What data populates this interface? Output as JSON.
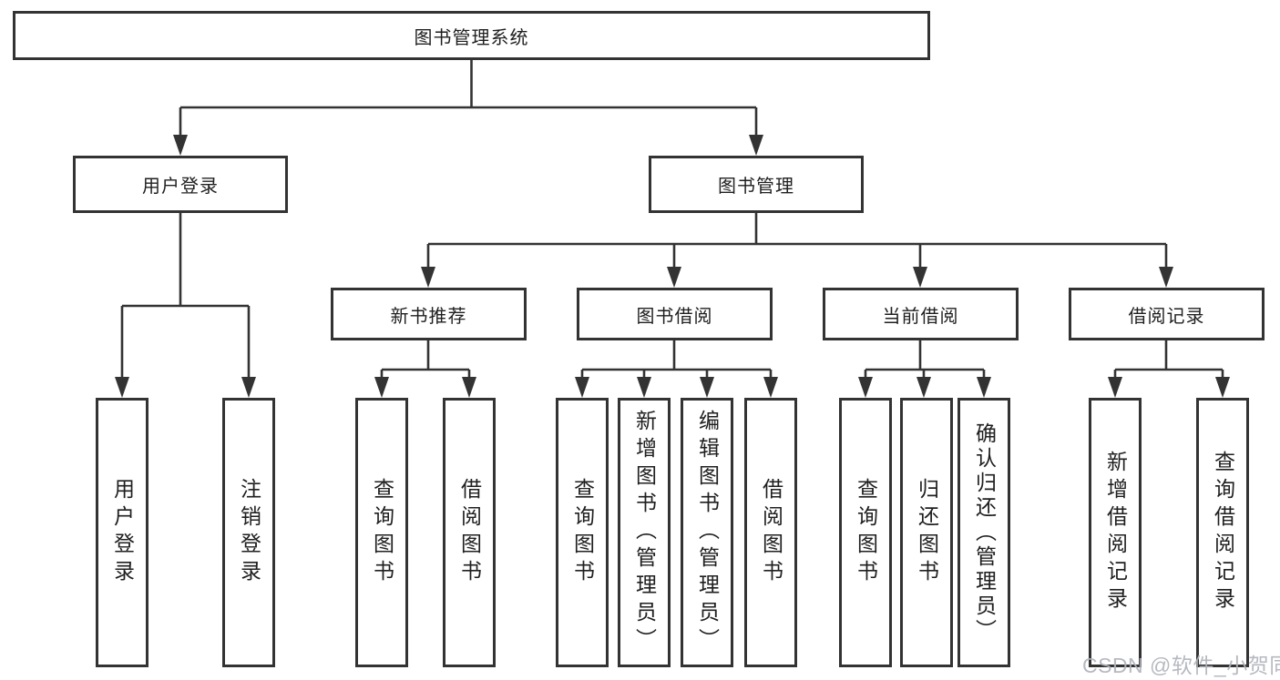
{
  "colors": {
    "line": "#333333",
    "box_border": "#333333",
    "box_fill": "#ffffff",
    "text": "#1f1f1f",
    "watermark": "#b0b4bb",
    "background": "#ffffff"
  },
  "watermark": {
    "text": "CSDN @软件_小贺同学"
  },
  "tree": {
    "root": {
      "label": "图书管理系统"
    },
    "level2": [
      {
        "label": "用户登录"
      },
      {
        "label": "图书管理"
      }
    ],
    "level3": [
      {
        "label": "新书推荐",
        "parent": "图书管理"
      },
      {
        "label": "图书借阅",
        "parent": "图书管理"
      },
      {
        "label": "当前借阅",
        "parent": "图书管理"
      },
      {
        "label": "借阅记录",
        "parent": "图书管理"
      }
    ],
    "leaves": [
      {
        "label": "用户登录",
        "parent": "用户登录"
      },
      {
        "label": "注销登录",
        "parent": "用户登录"
      },
      {
        "label": "查询图书",
        "parent": "新书推荐"
      },
      {
        "label": "借阅图书",
        "parent": "新书推荐"
      },
      {
        "label": "查询图书",
        "parent": "图书借阅"
      },
      {
        "label": "新增图书（管理员）",
        "parent": "图书借阅"
      },
      {
        "label": "编辑图书（管理员）",
        "parent": "图书借阅"
      },
      {
        "label": "借阅图书",
        "parent": "图书借阅"
      },
      {
        "label": "查询图书",
        "parent": "当前借阅"
      },
      {
        "label": "归还图书",
        "parent": "当前借阅"
      },
      {
        "label": "确认归还（管理员）",
        "parent": "当前借阅"
      },
      {
        "label": "新增借阅记录",
        "parent": "借阅记录"
      },
      {
        "label": "查询借阅记录",
        "parent": "借阅记录"
      }
    ]
  }
}
